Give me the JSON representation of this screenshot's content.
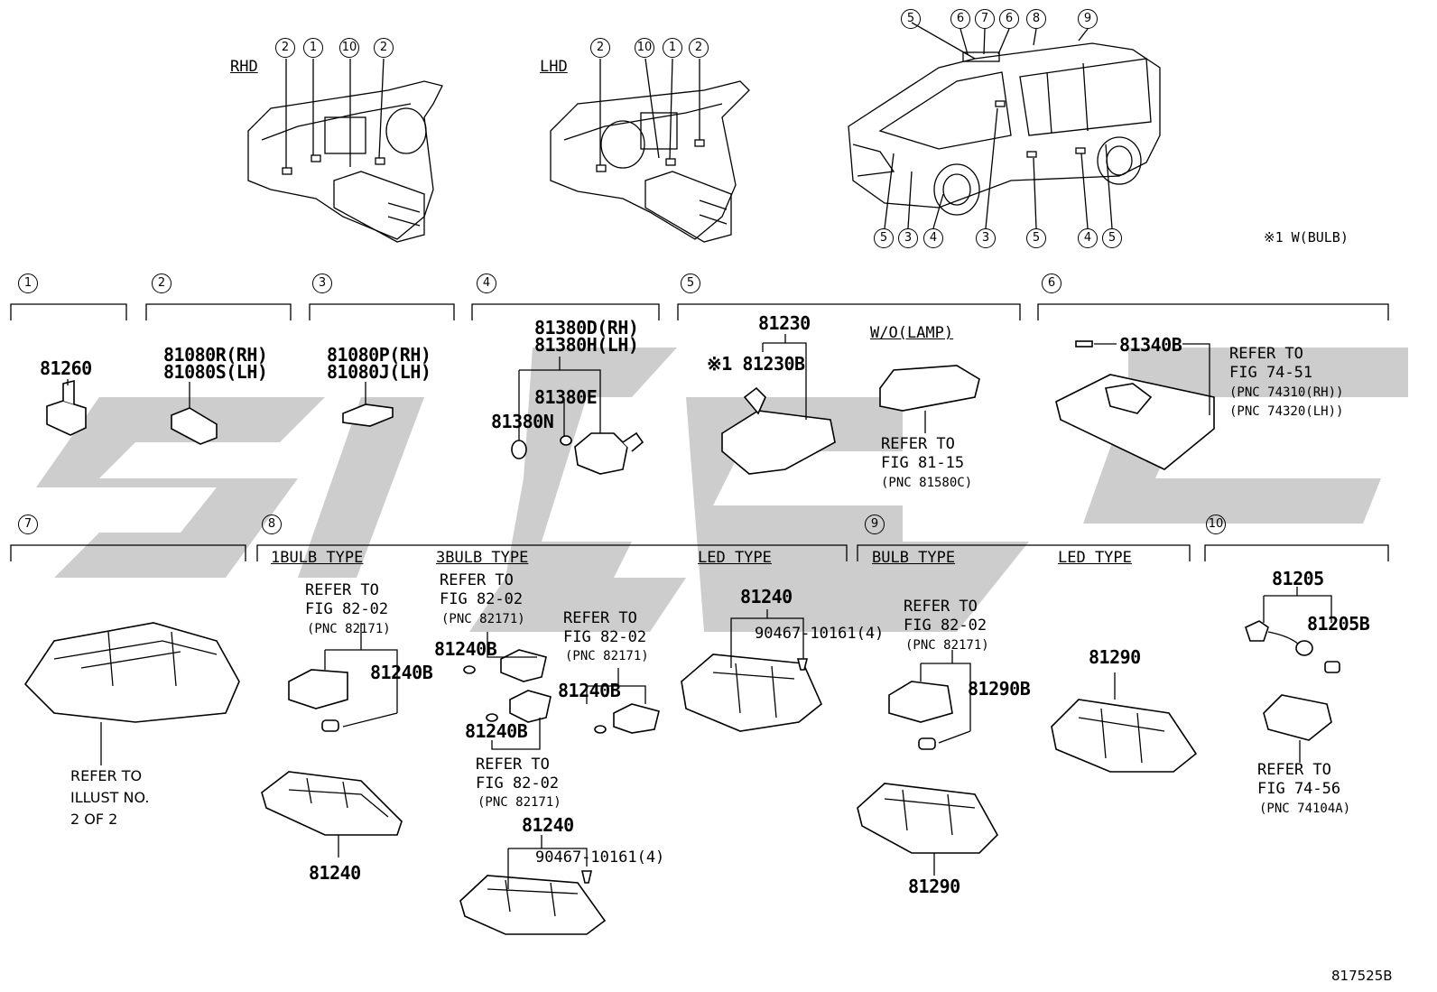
{
  "watermark": {
    "text": "SLGC",
    "color": "#c8c8c8"
  },
  "header": {
    "rhd_label": "RHD",
    "lhd_label": "LHD",
    "rhd_callouts": [
      "2",
      "1",
      "10",
      "2"
    ],
    "lhd_callouts": [
      "2",
      "10",
      "1",
      "2"
    ],
    "car_top_callouts": [
      "5",
      "6",
      "7",
      "6",
      "8",
      "9"
    ],
    "car_bottom_callouts": [
      "5",
      "3",
      "4",
      "3",
      "5",
      "4",
      "5"
    ],
    "note": "※1 W(BULB)"
  },
  "sections": {
    "s1": {
      "num": "1",
      "parts": [
        "81260"
      ]
    },
    "s2": {
      "num": "2",
      "parts": [
        "81080R(RH)",
        "81080S(LH)"
      ]
    },
    "s3": {
      "num": "3",
      "parts": [
        "81080P(RH)",
        "81080J(LH)"
      ]
    },
    "s4": {
      "num": "4",
      "parts": [
        "81380D(RH)",
        "81380H(LH)",
        "81380E",
        "81380N"
      ]
    },
    "s5": {
      "num": "5",
      "parts": [
        "81230",
        "※1 81230B"
      ],
      "wo_lamp": "W/O(LAMP)",
      "refer": [
        "REFER TO",
        "FIG 81-15",
        "(PNC 81580C)"
      ]
    },
    "s6": {
      "num": "6",
      "parts": [
        "81340B"
      ],
      "refer": [
        "REFER TO",
        "FIG 74-51",
        "(PNC 74310(RH))",
        "(PNC 74320(LH))"
      ]
    },
    "s7": {
      "num": "7",
      "refer": [
        "REFER TO",
        "ILLUST NO.",
        "2 OF 2"
      ]
    },
    "s8": {
      "num": "8",
      "bulb1": {
        "title": "1BULB TYPE",
        "refer": [
          "REFER TO",
          "FIG 82-02",
          "(PNC 82171)"
        ],
        "bulb": "81240B",
        "lens": "81240"
      },
      "bulb3": {
        "title": "3BULB TYPE",
        "refer1": [
          "REFER TO",
          "FIG 82-02",
          "(PNC 82171)"
        ],
        "refer2": [
          "REFER TO",
          "FIG 82-02",
          "(PNC 82171)"
        ],
        "refer3": [
          "REFER TO",
          "FIG 82-02",
          "(PNC 82171)"
        ],
        "bulb_a": "81240B",
        "bulb_b": "81240B",
        "bulb_c": "81240B",
        "lens": "81240",
        "screw": "90467-10161(4)"
      },
      "led": {
        "title": "LED TYPE",
        "lens": "81240",
        "screw": "90467-10161(4)"
      }
    },
    "s9": {
      "num": "9",
      "bulb": {
        "title": "BULB TYPE",
        "refer": [
          "REFER TO",
          "FIG 82-02",
          "(PNC 82171)"
        ],
        "bulb": "81290B",
        "lens": "81290"
      },
      "led": {
        "title": "LED TYPE",
        "lens": "81290"
      }
    },
    "s10": {
      "num": "10",
      "parts": [
        "81205",
        "81205B"
      ],
      "refer": [
        "REFER TO",
        "FIG 74-56",
        "(PNC 74104A)"
      ]
    }
  },
  "footer_code": "817525B"
}
